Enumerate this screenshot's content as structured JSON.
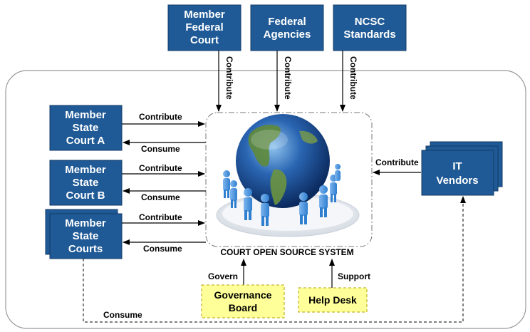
{
  "top_sources": {
    "member_federal_court": [
      "Member",
      "Federal",
      "Court"
    ],
    "federal_agencies": [
      "Federal",
      "Agencies"
    ],
    "ncsc_standards": [
      "NCSC",
      "Standards"
    ]
  },
  "state_courts": {
    "court_a": [
      "Member",
      "State",
      "Court A"
    ],
    "court_b": [
      "Member",
      "State",
      "Court B"
    ],
    "courts": [
      "Member",
      "State",
      "Courts"
    ]
  },
  "it_vendors": [
    "IT",
    "Vendors"
  ],
  "center_label": "COURT OPEN SOURCE SYSTEM",
  "governance_board": [
    "Governance",
    "Board"
  ],
  "help_desk": "Help Desk",
  "edge_labels": {
    "contribute": "Contribute",
    "consume": "Consume",
    "govern": "Govern",
    "support": "Support"
  },
  "colors": {
    "box_fill": "#1f5a96",
    "box_text": "#ffffff",
    "note_fill": "#ffff99",
    "globe_ocean": "#1a4f9a",
    "globe_land": "#5f8a3a"
  }
}
